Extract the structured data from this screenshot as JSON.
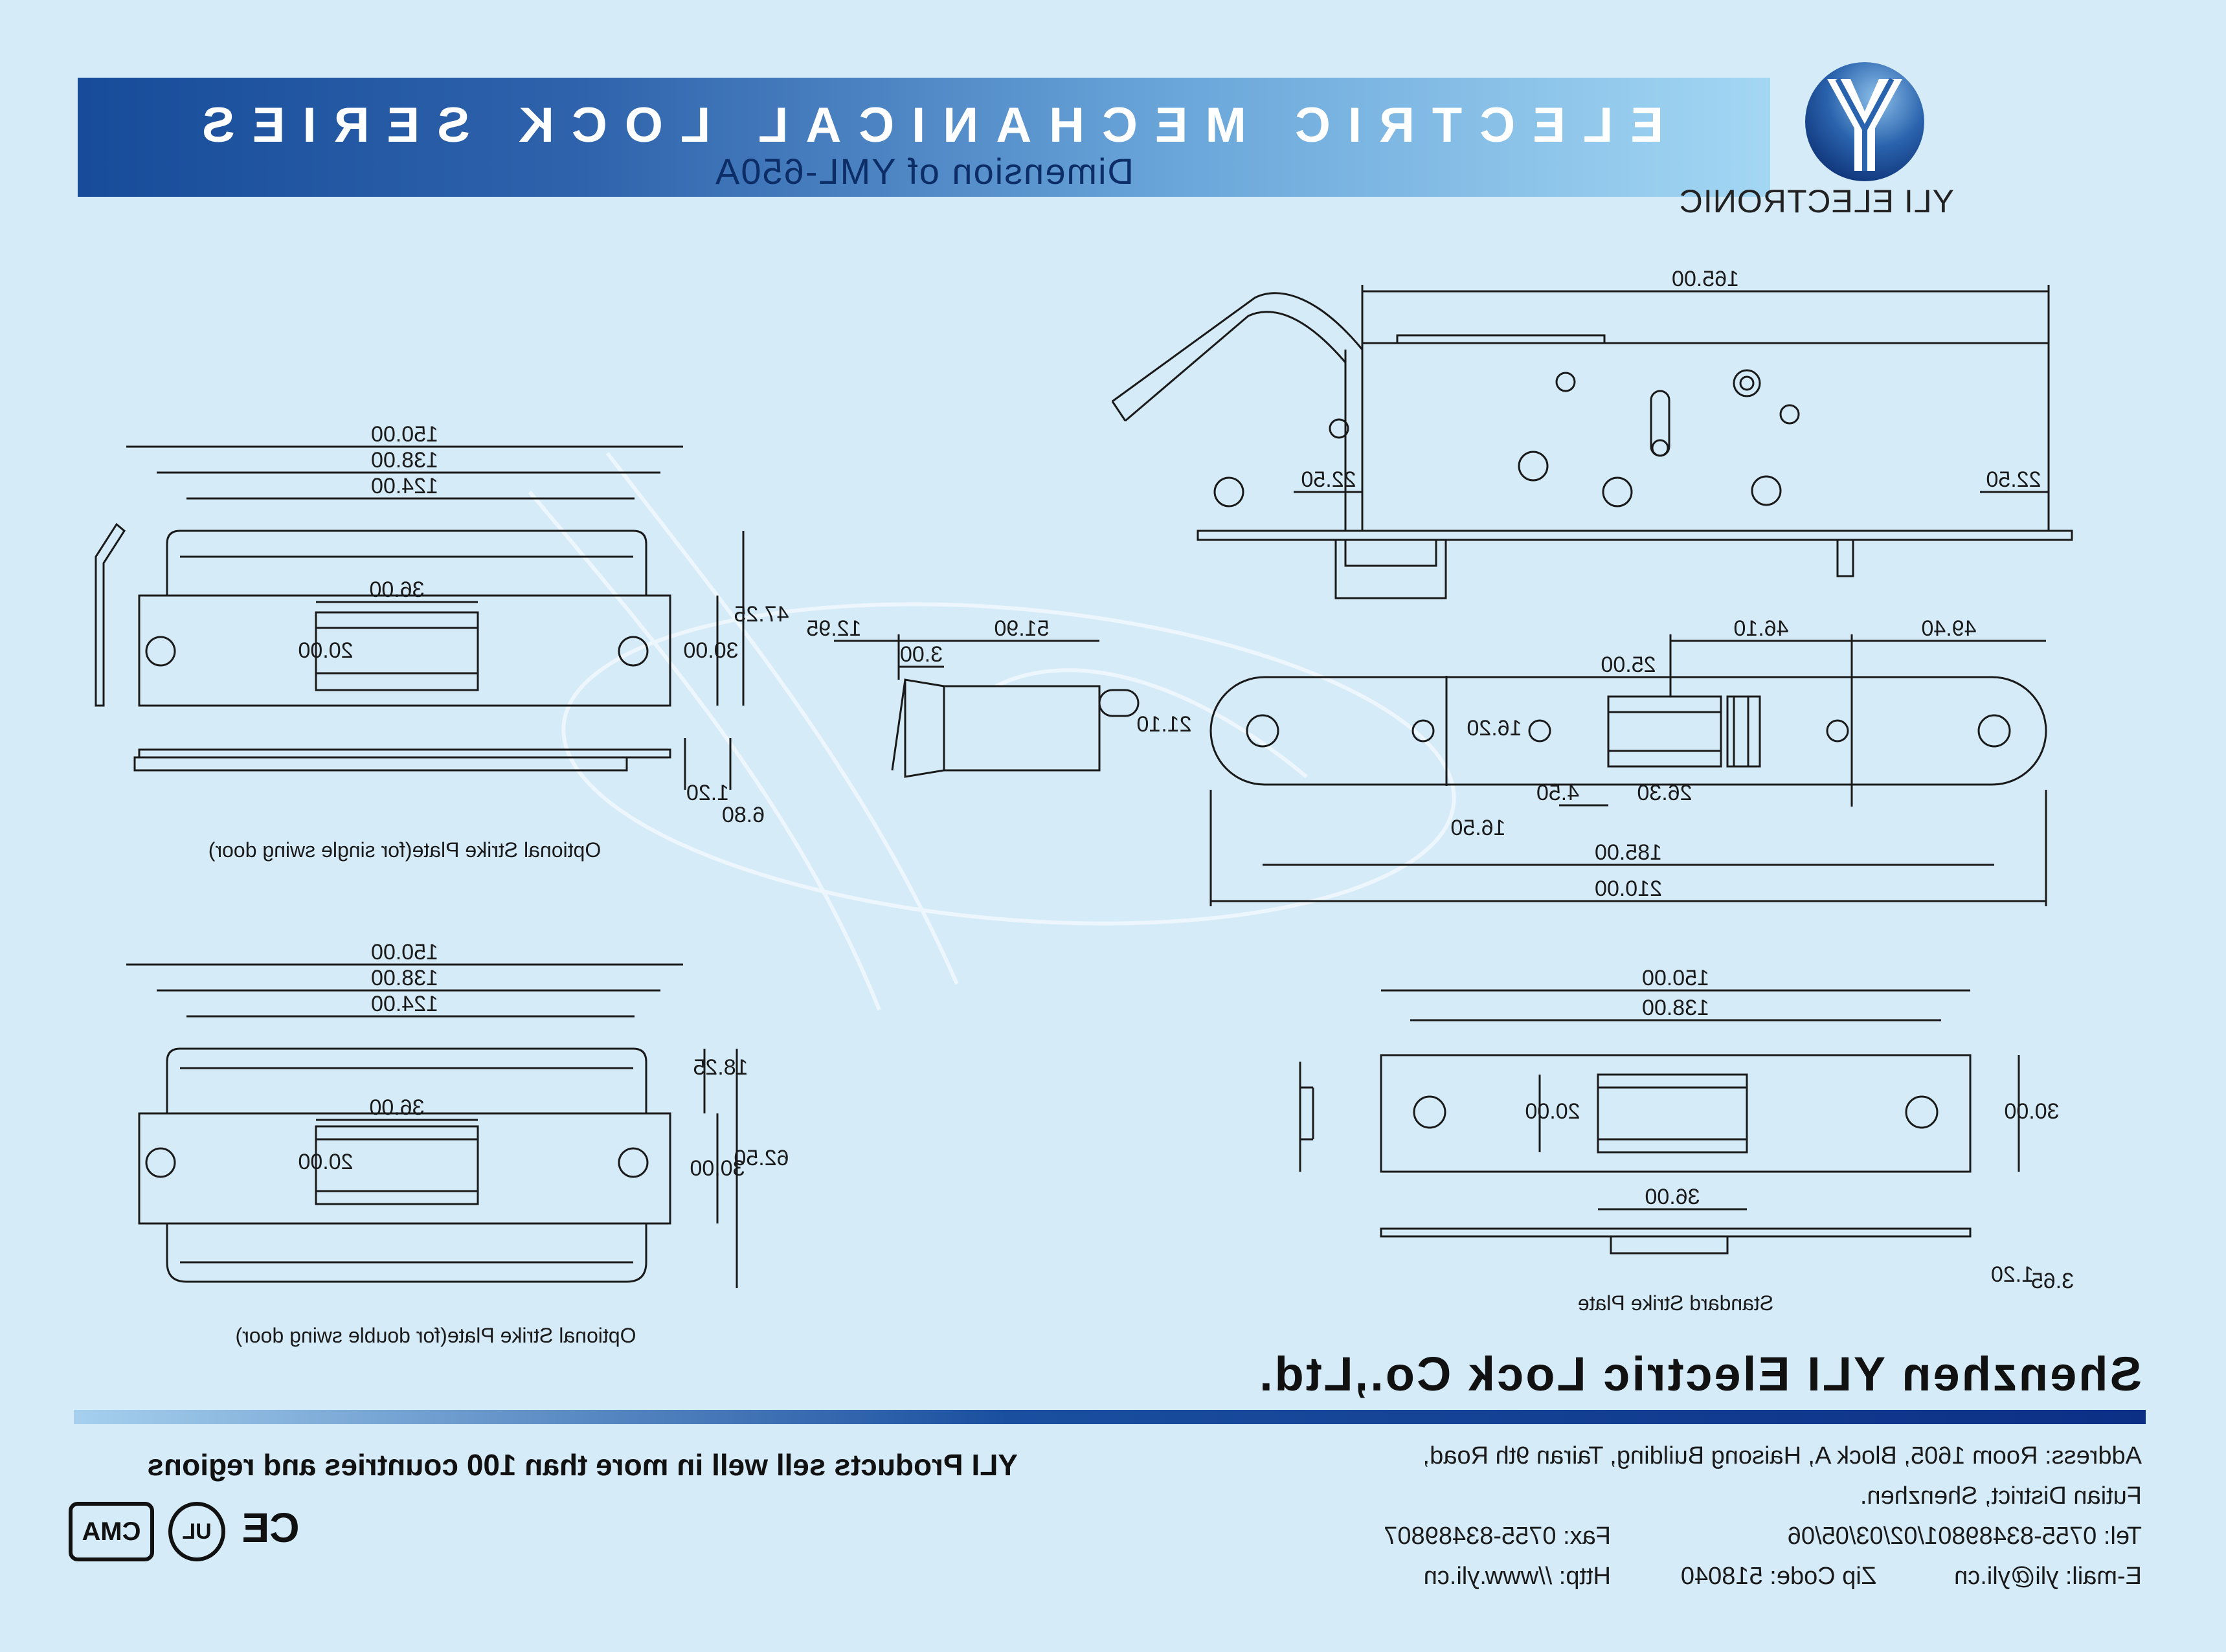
{
  "header": {
    "series_title": "ELECTRIC MECHANICAL LOCK SERIES",
    "subtitle": "Dimension of YML-650A"
  },
  "logo": {
    "icon": "yli-y-emblem-icon",
    "text": "YLI ELECTRONIC",
    "colors": {
      "globe": "#2a63ad",
      "letter": "#ffffff"
    }
  },
  "drawings": {
    "lock_body": {
      "overall_length": "165.00",
      "edge_offset_left": "22.50",
      "edge_offset_right": "22.50"
    },
    "strike_single": {
      "caption": "Optional Strike Plate(for single swing door)",
      "width_outer": "150.00",
      "width_mid": "138.00",
      "width_inner": "124.00",
      "slot_width": "36.00",
      "slot_height": "20.00",
      "plate_height": "30.00",
      "total_height": "47.25",
      "thickness": "1.20",
      "depth": "6.80"
    },
    "bolt_side": {
      "total": "51.90",
      "head": "12.95",
      "gap": "3.00",
      "diameter": "21.10"
    },
    "faceplate": {
      "offset_a": "46.10",
      "offset_b": "49.40",
      "height": "25.00",
      "window_height": "16.20",
      "window_width": "26.30",
      "latch_width": "4.50",
      "latch_height": "16.50",
      "hole_spacing": "185.00",
      "overall_length": "210.00"
    },
    "strike_double": {
      "caption": "Optional Strike Plate(for double swing door)",
      "width_outer": "150.00",
      "width_mid": "138.00",
      "width_inner": "124.00",
      "slot_width": "36.00",
      "slot_height": "20.00",
      "plate_height": "30.00",
      "lip_height": "18.25",
      "total_height": "62.50"
    },
    "strike_standard": {
      "caption": "Standard Strike Plate",
      "width_outer": "150.00",
      "width_inner": "138.00",
      "slot_width": "36.00",
      "slot_height": "20.00",
      "plate_height": "30.00",
      "thickness": "1.20",
      "depth": "3.65"
    }
  },
  "footer": {
    "company_name": "Shenzhen YLI Electric Lock Co.,Ltd.",
    "address_line1": "Address: Room 1605, Block A, Haisong Building, Tairan 9th Road,",
    "address_line2": "Futian District, Shenzhen.",
    "tel": "Tel: 0755-83489801/02/03/05/06",
    "fax": "Fax: 0755-83489807",
    "email": "E-mail: yli@yli.cn",
    "zip": "Zip Code: 518040",
    "http": "Http: //www.yli.cn",
    "slogan": "YLI Products sell well in more than 100 countries and regions",
    "certifications": [
      "CE",
      "UL",
      "CMA"
    ]
  },
  "colors": {
    "background": "#d5ebf8",
    "line": "#1a1a1a",
    "banner_dark": "#174c9a",
    "banner_light": "#a3d7f3"
  }
}
